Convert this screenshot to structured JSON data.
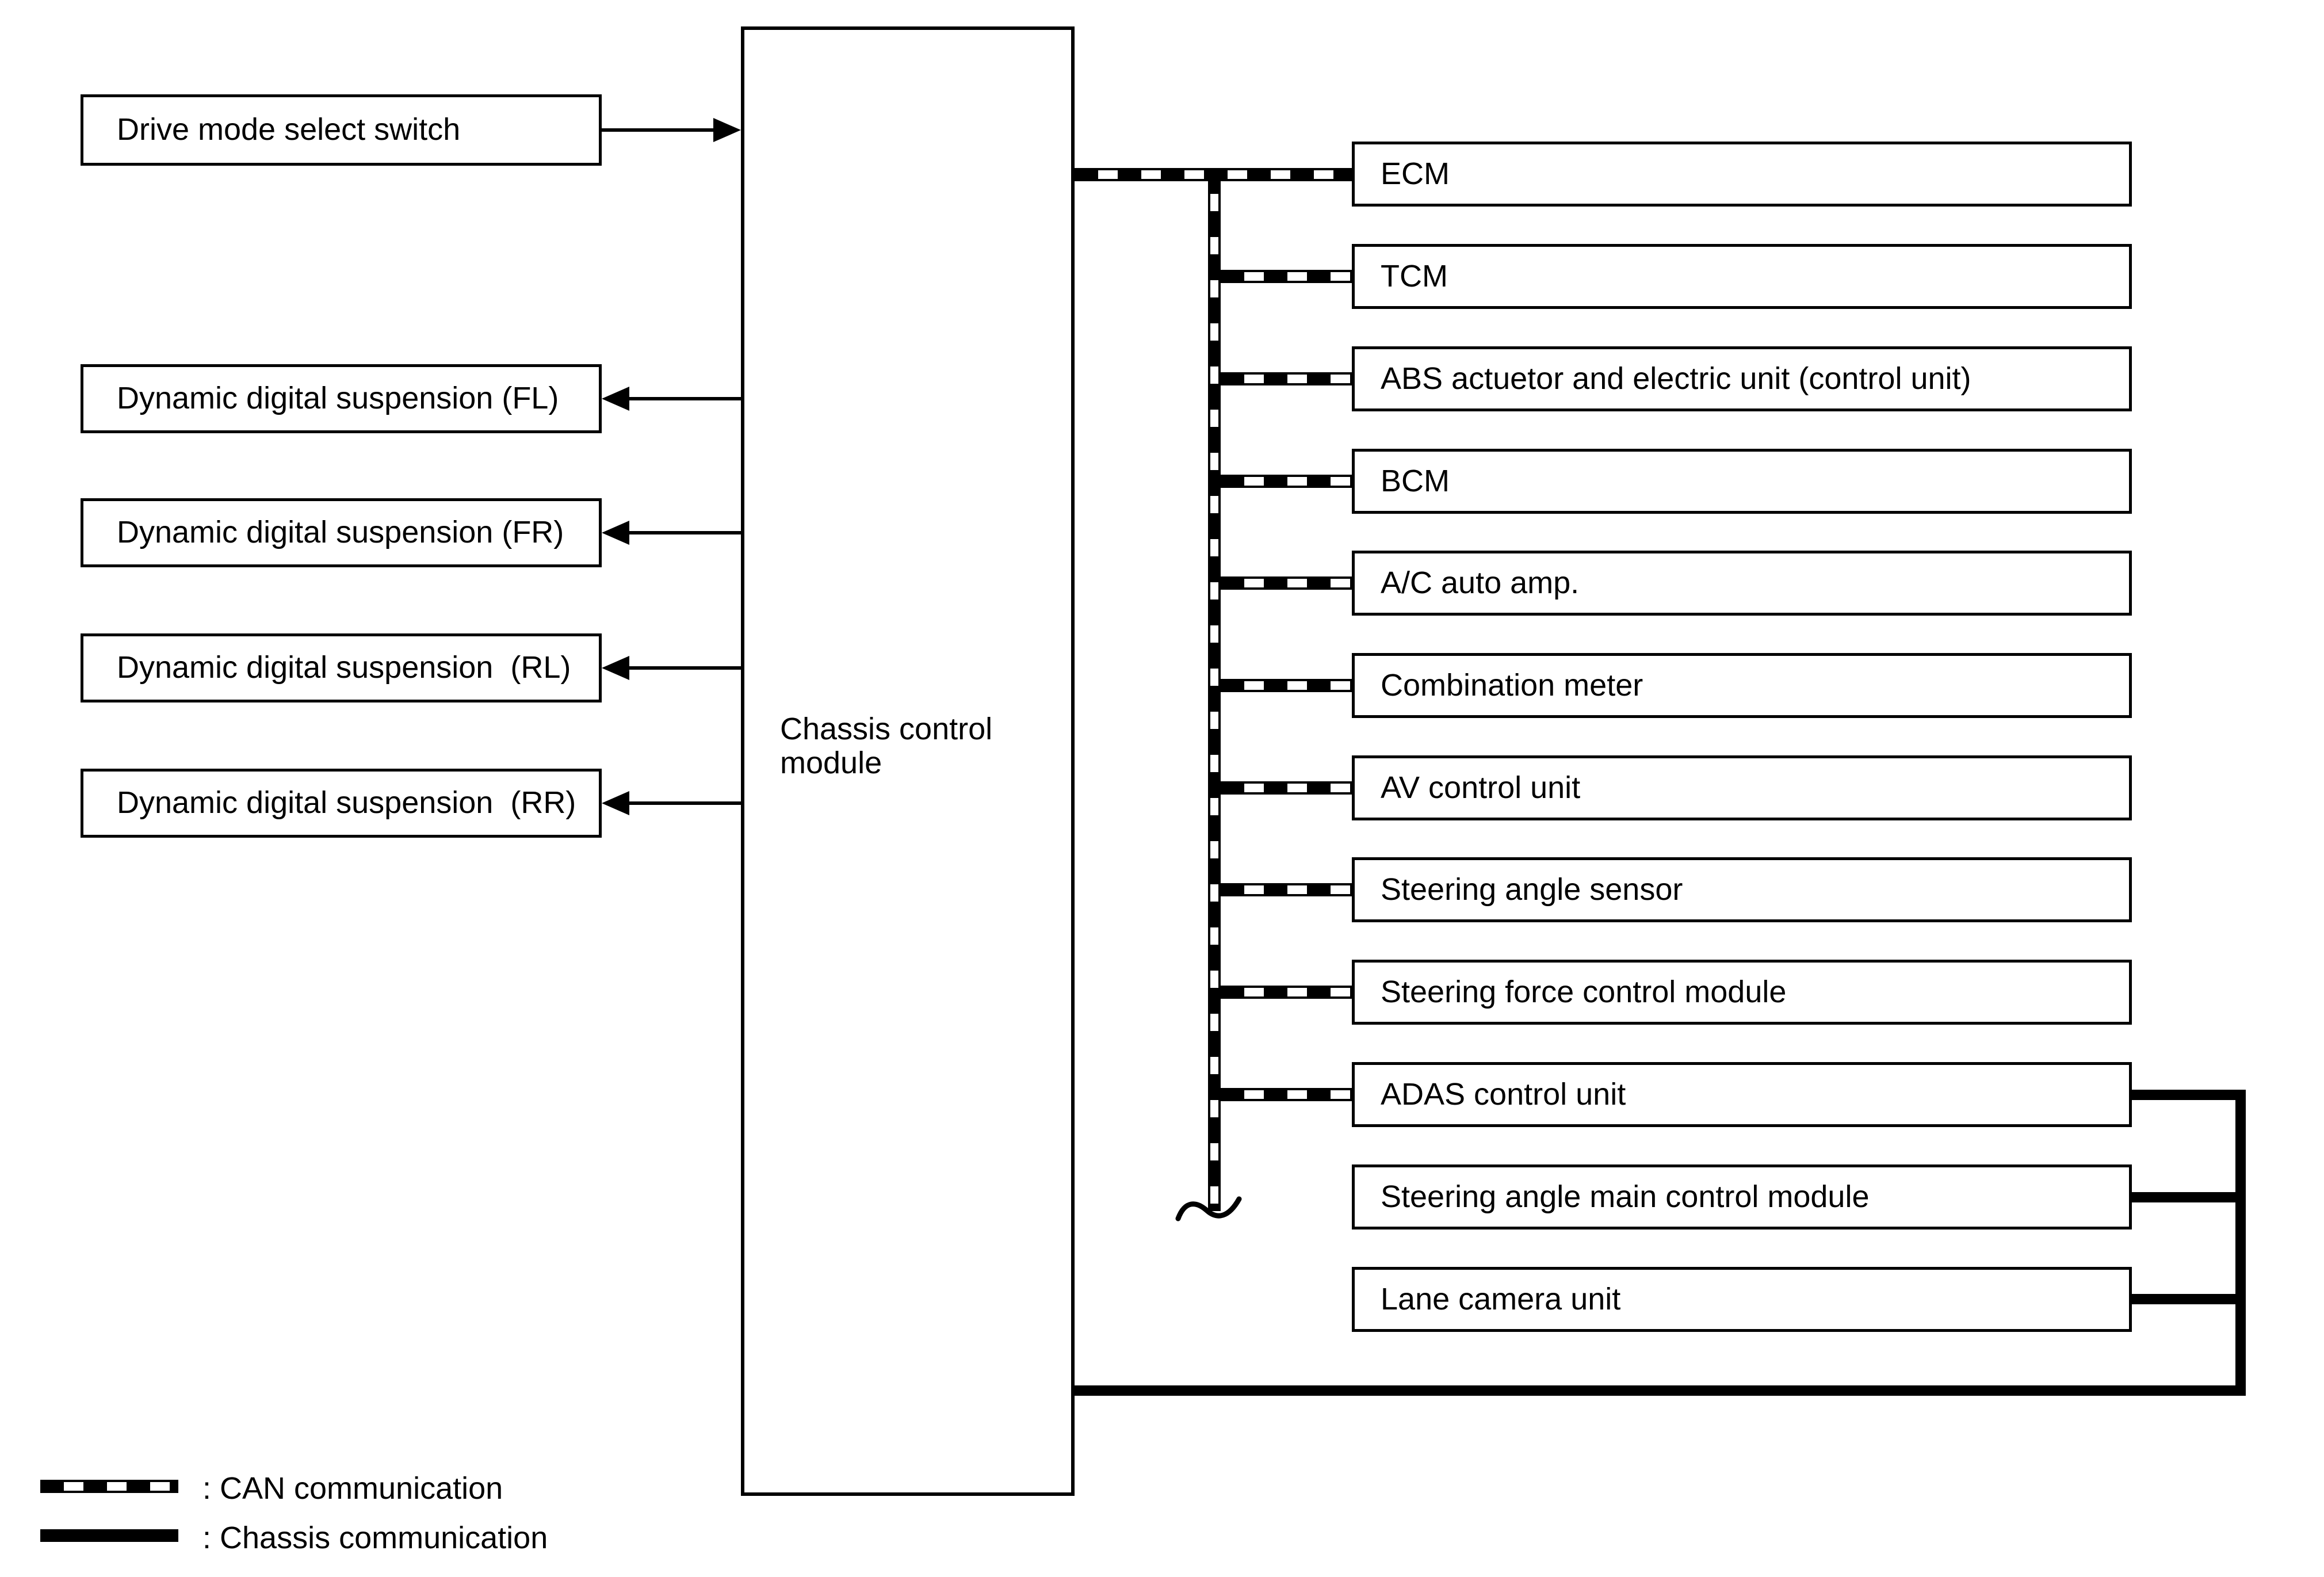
{
  "diagram": {
    "module": {
      "label": "Chassis control module"
    },
    "left_boxes": [
      {
        "label": "Drive mode select switch"
      },
      {
        "label": "Dynamic digital suspension (FL)"
      },
      {
        "label": "Dynamic digital suspension (FR)"
      },
      {
        "label": "Dynamic digital suspension  (RL)"
      },
      {
        "label": "Dynamic digital suspension  (RR)"
      }
    ],
    "right_boxes": [
      {
        "label": "ECM"
      },
      {
        "label": "TCM"
      },
      {
        "label": "ABS actuetor and electric unit (control unit)"
      },
      {
        "label": "BCM"
      },
      {
        "label": "A/C auto amp."
      },
      {
        "label": "Combination meter"
      },
      {
        "label": "AV control unit"
      },
      {
        "label": "Steering angle sensor"
      },
      {
        "label": "Steering force control module"
      },
      {
        "label": "ADAS control unit"
      },
      {
        "label": "Steering angle main control module"
      },
      {
        "label": "Lane camera unit"
      }
    ],
    "legend": [
      {
        "style": "can",
        "label": ": CAN communication"
      },
      {
        "style": "chassis",
        "label": ": Chassis communication"
      }
    ],
    "colors": {
      "line": "#000000",
      "background": "#ffffff"
    }
  }
}
